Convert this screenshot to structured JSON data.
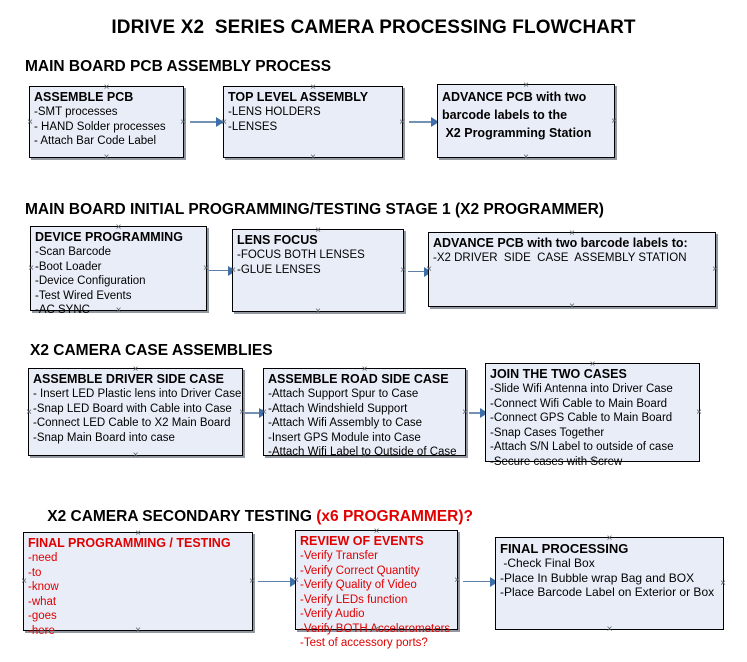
{
  "document": {
    "title": "IDRIVE X2  SERIES CAMERA PROCESSING FLOWCHART",
    "accent_color": "#e00000",
    "node_fill": "#e8edf7",
    "node_border": "#000000",
    "connector_color": "#7492b4"
  },
  "sections": [
    {
      "heading": "MAIN BOARD PCB ASSEMBLY PROCESS",
      "heading_accent": "",
      "nodes": [
        {
          "title": "ASSEMBLE PCB",
          "lines": [
            "-SMT processes",
            "- HAND Solder processes",
            "- Attach Bar Code Label"
          ]
        },
        {
          "title": "TOP LEVEL ASSEMBLY",
          "lines": [
            "-LENS HOLDERS",
            "-LENSES"
          ]
        },
        {
          "title": "ADVANCE PCB with two",
          "lines": [
            "barcode labels to the",
            " X2 Programming Station"
          ]
        }
      ]
    },
    {
      "heading": "MAIN BOARD INITIAL PROGRAMMING/TESTING STAGE 1 (X2 PROGRAMMER)",
      "heading_accent": "",
      "nodes": [
        {
          "title": "DEVICE PROGRAMMING",
          "lines": [
            "-Scan Barcode",
            "-Boot Loader",
            "-Device Configuration",
            "-Test Wired Events",
            "-AC SYNC"
          ]
        },
        {
          "title": "LENS FOCUS",
          "lines": [
            "-FOCUS BOTH LENSES",
            "-GLUE LENSES"
          ]
        },
        {
          "title": "ADVANCE PCB with two barcode labels to:",
          "lines": [
            "-X2 DRIVER  SIDE  CASE  ASSEMBLY STATION"
          ]
        }
      ]
    },
    {
      "heading": "X2 CAMERA CASE ASSEMBLIES",
      "heading_accent": "",
      "nodes": [
        {
          "title": "ASSEMBLE DRIVER SIDE CASE",
          "lines": [
            "- Insert LED Plastic lens into Driver Case",
            "-Snap LED Board with Cable into Case",
            "-Connect LED Cable to X2 Main Board",
            "-Snap Main Board into case"
          ]
        },
        {
          "title": "ASSEMBLE ROAD SIDE CASE",
          "lines": [
            "-Attach Support Spur to Case",
            "-Attach Windshield Support",
            "-Attach Wifi Assembly to Case",
            "-Insert GPS Module into Case",
            "-Attach Wifi Label to Outside of Case"
          ]
        },
        {
          "title": "JOIN THE TWO CASES",
          "lines": [
            "-Slide Wifi Antenna into Driver Case",
            "-Connect Wifi Cable to Main Board",
            "-Connect GPS Cable to Main Board",
            "-Snap Cases Together",
            "-Attach S/N Label to outside of case",
            "-Secure cases with Screw"
          ]
        }
      ]
    },
    {
      "heading": "X2 CAMERA SECONDARY TESTING ",
      "heading_accent": "(x6 PROGRAMMER)?",
      "nodes": [
        {
          "title": "FINAL PROGRAMMING / TESTING",
          "lines": [
            "-need",
            "-to",
            "-know",
            "-what",
            "-goes",
            "-here"
          ]
        },
        {
          "title": "REVIEW OF EVENTS",
          "lines": [
            "-Verify Transfer",
            "-Verify Correct Quantity",
            "-Verify Quality of Video",
            "-Verify LEDs function",
            "-Verify Audio",
            "-Verify BOTH Accelerometers",
            "-Test of accessory ports?"
          ]
        },
        {
          "title": "FINAL PROCESSING",
          "lines": [
            " -Check Final Box",
            "-Place In Bubble wrap Bag and BOX",
            "-Place Barcode Label on Exterior or Box"
          ]
        }
      ]
    }
  ],
  "handle_glyph": "×"
}
